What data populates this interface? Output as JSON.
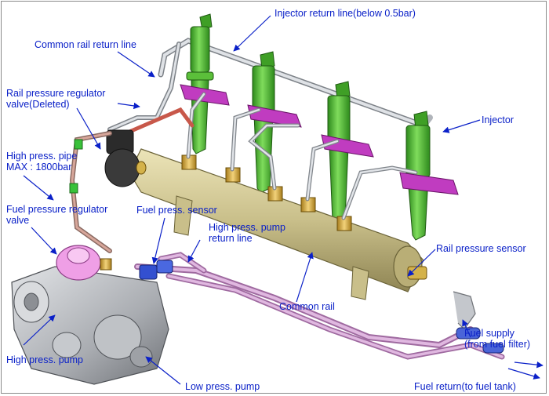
{
  "colors": {
    "label": "#0a20c8",
    "leader": "#0a20c8",
    "rail": "#c9bf8a",
    "injector_green": "#4fb832",
    "clamp_magenta": "#c03cc0",
    "pipe_silver": "#c8ccd2",
    "hose_pink": "#d6a2d6",
    "pump_grey": "#aeb1b6",
    "regulator_pink": "#ef9fe6"
  },
  "labels": {
    "injector_return_line": "Injector return line(below 0.5bar)",
    "common_rail_return_line": "Common rail return line",
    "rail_pressure_regulator": [
      "Rail pressure regulator",
      "valve(Deleted)"
    ],
    "injector": "Injector",
    "high_press_pipe": [
      "High press. pipe",
      "MAX : 1800bar"
    ],
    "fuel_pressure_regulator": [
      "Fuel pressure regulator",
      "valve"
    ],
    "fuel_press_sensor": "Fuel press. sensor",
    "high_press_pump_return_line": [
      "High press. pump",
      "return line"
    ],
    "rail_pressure_sensor": "Rail pressure sensor",
    "common_rail": "Common rail",
    "fuel_supply": [
      "Fuel supply",
      "(from fuel filter)"
    ],
    "high_press_pump": "High press. pump",
    "low_press_pump": "Low press. pump",
    "fuel_return": "Fuel return(to fuel tank)"
  }
}
